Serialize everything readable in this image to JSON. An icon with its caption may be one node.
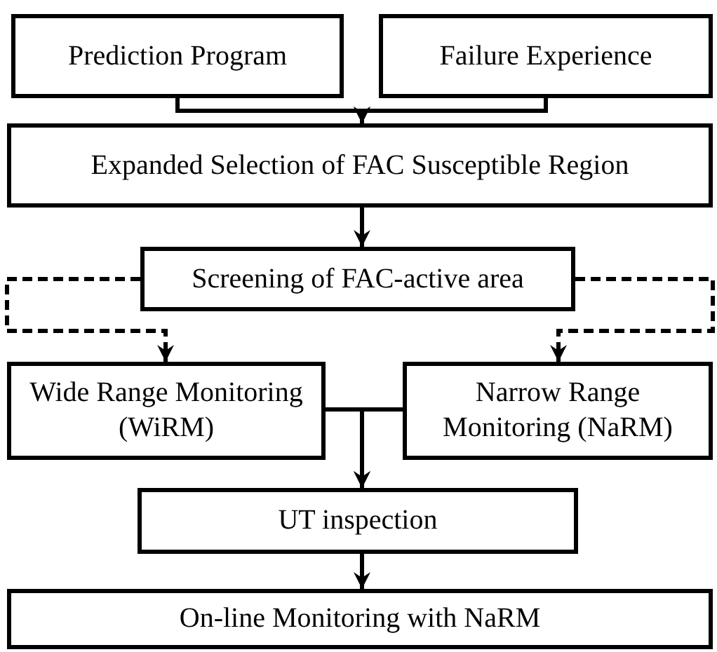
{
  "diagram": {
    "nodes": [
      {
        "text": [
          "Prediction Program"
        ]
      },
      {
        "text": [
          "Failure Experience"
        ]
      },
      {
        "text": [
          "Expanded Selection of FAC Susceptible Region"
        ]
      },
      {
        "text": [
          "Screening of FAC-active area"
        ]
      },
      {
        "text": [
          "Wide Range Monitoring (WiRM)"
        ]
      },
      {
        "text": [
          "Narrow Range Monitoring (NaRM)"
        ]
      },
      {
        "text": [
          "UT inspection"
        ]
      },
      {
        "text": [
          "On-line Monitoring with NaRM"
        ]
      }
    ],
    "edges": [
      {
        "from": 0,
        "to": 2,
        "arrow": "to"
      },
      {
        "from": 1,
        "to": 2,
        "arrow": "to"
      },
      {
        "from": 2,
        "to": 3,
        "arrow": "to"
      },
      {
        "from": 3,
        "to": 4,
        "arrow": "to",
        "style": "dashed"
      },
      {
        "from": 3,
        "to": 5,
        "arrow": "to",
        "style": "dashed"
      },
      {
        "from": 4,
        "to": 6,
        "arrow": "to"
      },
      {
        "from": 5,
        "to": 6,
        "arrow": "to"
      },
      {
        "from": 6,
        "to": 7,
        "arrow": "to"
      }
    ]
  }
}
